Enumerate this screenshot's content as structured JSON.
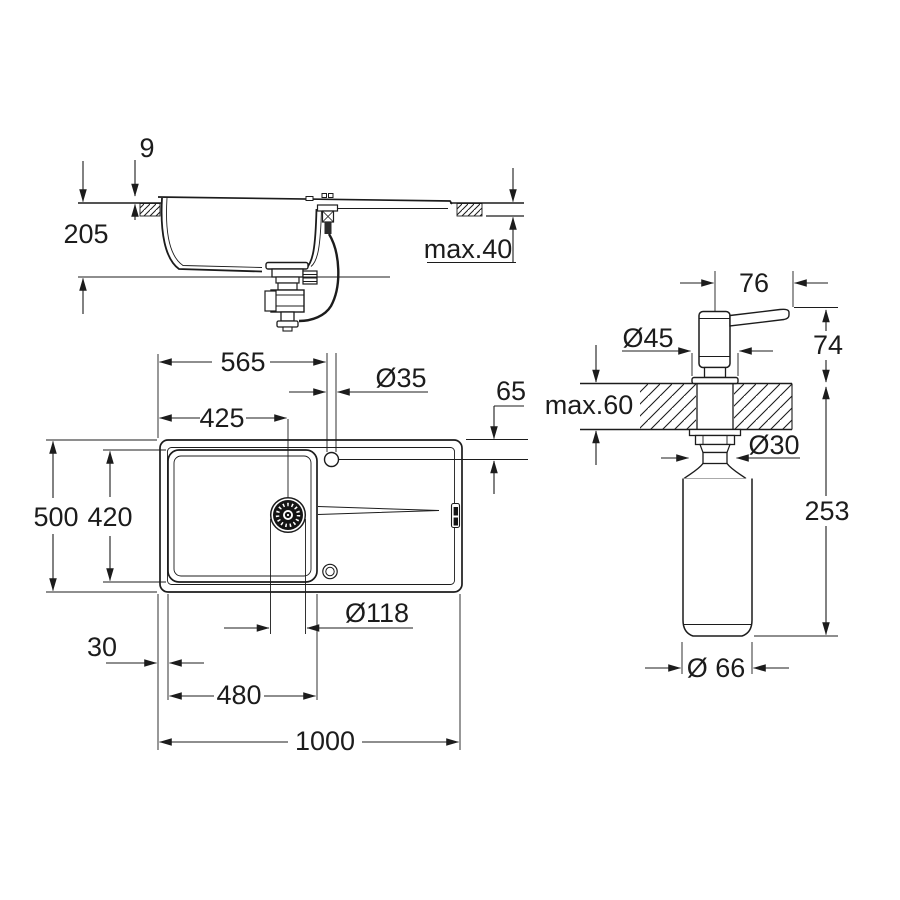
{
  "page": {
    "background": "#ffffff",
    "ink": "#1c1c1c",
    "description": "Technical dimension drawing of a kitchen sink (section and plan view) with a soap dispenser (elevation view)"
  },
  "views": [
    {
      "id": "sink-side-view",
      "description": "sink cross-section with counter"
    },
    {
      "id": "sink-top-view",
      "description": "sink plan view with bowl, drain and drainboard"
    },
    {
      "id": "dispenser-view",
      "description": "soap dispenser through counter with bottle"
    }
  ],
  "labels": {
    "rim_height": "9",
    "bowl_depth": "205",
    "counter_thickness_sink": "max.40",
    "tap_offset_x": "565",
    "tap_hole_diameter": "Ø35",
    "drain_offset_x": "425",
    "tap_offset_y": "65",
    "sink_width": "500",
    "bowl_width": "420",
    "drain_diameter": "Ø118",
    "left_margin": "30",
    "bowl_length": "480",
    "sink_length": "1000",
    "spout_reach": "76",
    "flange_diameter": "Ø45",
    "pump_height": "74",
    "counter_thickness_dispenser": "max.60",
    "shank_diameter": "Ø30",
    "bottle_height": "253",
    "bottle_diameter": "Ø 66"
  }
}
